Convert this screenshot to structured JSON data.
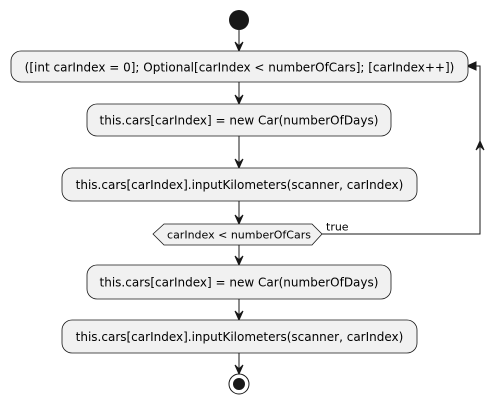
{
  "activities": [
    {
      "id": "loop-header",
      "label": "([int carIndex = 0]; Optional[carIndex < numberOfCars]; [carIndex++])"
    },
    {
      "id": "assign-car-1",
      "label": "this.cars[carIndex] = new Car(numberOfDays)"
    },
    {
      "id": "input-km-1",
      "label": "this.cars[carIndex].inputKilometers(scanner, carIndex)"
    },
    {
      "id": "assign-car-2",
      "label": "this.cars[carIndex] = new Car(numberOfDays)"
    },
    {
      "id": "input-km-2",
      "label": "this.cars[carIndex].inputKilometers(scanner, carIndex)"
    }
  ],
  "decision": {
    "label": "carIndex < numberOfCars",
    "true_label": "true"
  },
  "colors": {
    "node_fill": "#f1f1f1",
    "line": "#181818",
    "background": "#ffffff"
  }
}
